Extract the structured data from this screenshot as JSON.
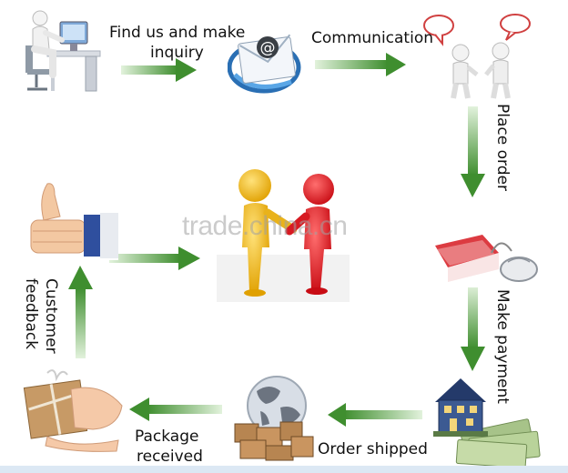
{
  "steps": {
    "inquiry": "Find us and make inquiry",
    "communication": "Communication",
    "place_order": "Place order",
    "make_payment": "Make payment",
    "order_shipped": "Order shipped",
    "package_received": "Package received",
    "customer_feedback": "Customer feedback"
  },
  "labels": {
    "inquiry_line1": "Find us and make",
    "inquiry_line2": "inquiry",
    "communication": "Communication",
    "place_order": "Place order",
    "make_payment": "Make payment",
    "order_shipped": "Order shipped",
    "package_line1": "Package",
    "package_line2": "received",
    "feedback_line1": "Customer",
    "feedback_line2": "feedback"
  },
  "watermark": "trade.china.cn",
  "icons": {
    "computer_user": "person-at-computer-icon",
    "email": "email-envelope-icon",
    "chat": "people-chatting-icon",
    "order": "cart-and-mouse-icon",
    "payment": "house-and-money-icon",
    "shipping": "globe-with-boxes-icon",
    "package": "hands-holding-package-icon",
    "feedback": "thumbs-up-icon",
    "handshake": "two-figures-handshake-icon"
  },
  "colors": {
    "arrow": "#4f9a3c",
    "arrow_light": "#cde9c2",
    "text": "#111111"
  }
}
